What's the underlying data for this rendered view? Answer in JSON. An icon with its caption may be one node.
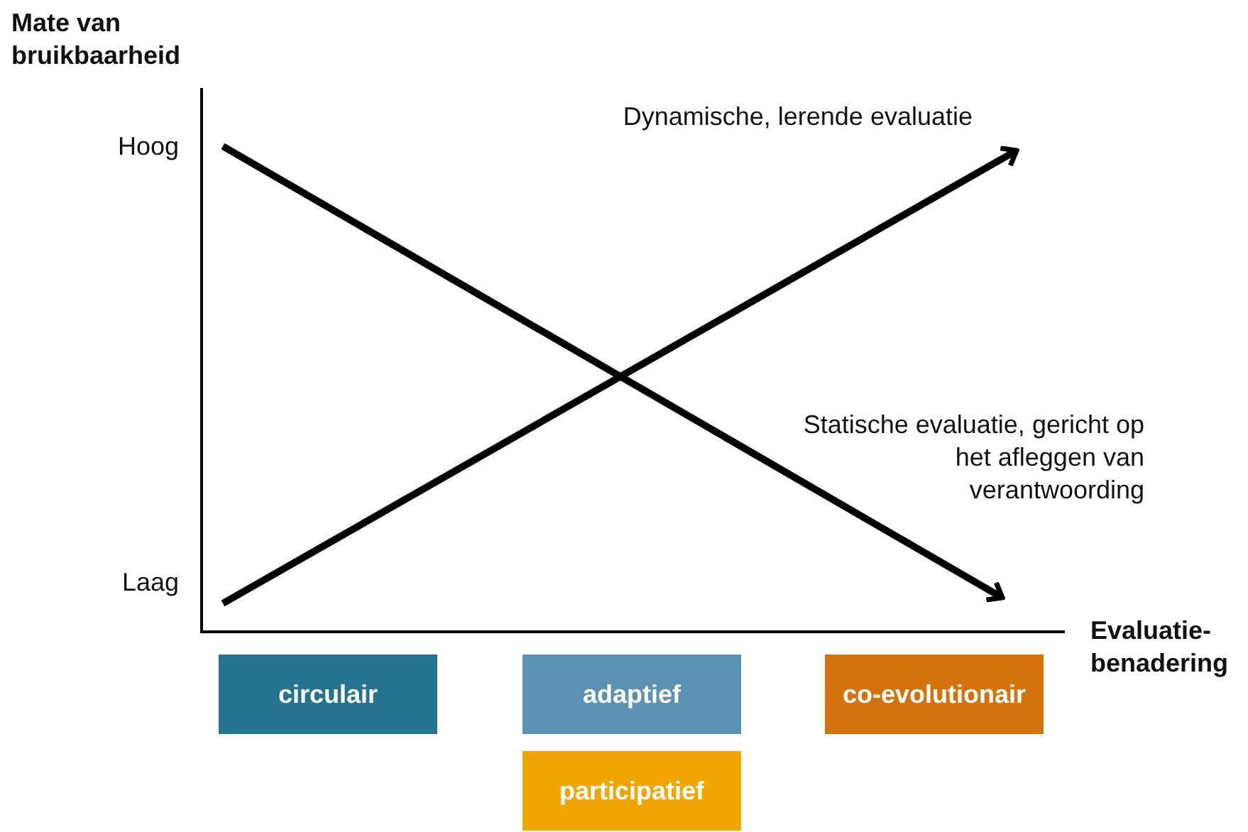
{
  "diagram": {
    "nodes": [
      {
        "text": [
          "circulair"
        ]
      },
      {
        "text": [
          "adaptief"
        ]
      },
      {
        "text": [
          "co-evolutionair"
        ]
      },
      {
        "text": [
          "participatief"
        ]
      }
    ],
    "labels": [
      "Mate van bruikbaarheid",
      "Hoog",
      "Dynamische, lerende evaluatie",
      "Statische evaluatie, gericht op het afleggen van verantwoording",
      "Laag",
      "Evaluatie-benadering"
    ]
  }
}
